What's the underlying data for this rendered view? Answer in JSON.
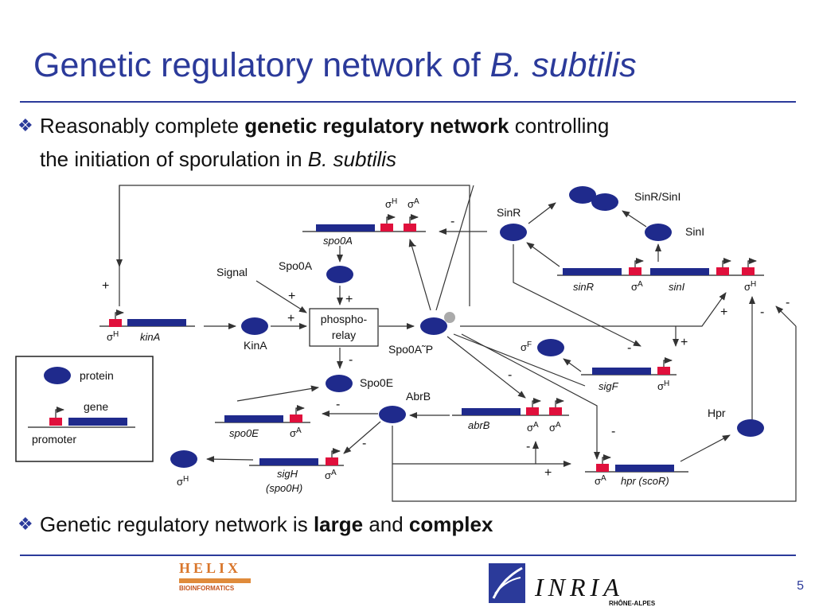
{
  "slide": {
    "title_plain": "Genetic regulatory network of ",
    "title_italic": "B. subtilis",
    "page_number": "5"
  },
  "bullets": [
    {
      "line1_a": "Reasonably complete ",
      "line1_b": "genetic regulatory network",
      "line1_c": " controlling",
      "line2_a": "the initiation of sporulation in ",
      "line2_b": "B. subtilis"
    },
    {
      "a": "Genetic regulatory network is ",
      "b": "large",
      "c": " and ",
      "d": "complex"
    }
  ],
  "diagram": {
    "labels": {
      "kinA": "kinA",
      "KinA": "KinA",
      "Signal": "Signal",
      "Spo0A": "Spo0A",
      "phospho1": "phospho-",
      "phospho2": "relay",
      "Spo0AP": "Spo0A˜P",
      "spo0A": "spo0A",
      "SinR": "SinR",
      "SinRSinI": "SinR/SinI",
      "SinI": "SinI",
      "sinR": "sinR",
      "sinI": "sinI",
      "sigF": "sigF",
      "Hpr": "Hpr",
      "Spo0E": "Spo0E",
      "AbrB": "AbrB",
      "spo0E": "spo0E",
      "abrB": "abrB",
      "sigH1": "sigH",
      "sigH2": "(spo0H)",
      "hpr": "hpr (scoR)",
      "sig": "σ",
      "H": "H",
      "A": "A",
      "F": "F",
      "plus": "+",
      "minus": "-"
    },
    "legend": {
      "protein": "protein",
      "gene": "gene",
      "promoter": "promoter"
    },
    "colors": {
      "gene": "#1f2a8c",
      "promoter": "#e0103c",
      "protein": "#1f2a8c",
      "line": "#333333"
    }
  },
  "logos": {
    "helix_name": "HELIX",
    "helix_sub": "BIOINFORMATICS",
    "inria_name": "INRIA",
    "inria_sub": "RHÔNE-ALPES"
  }
}
